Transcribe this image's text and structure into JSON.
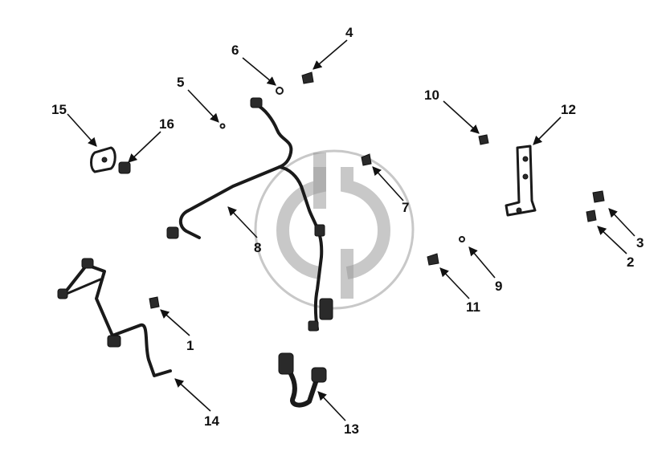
{
  "diagram": {
    "parts": [
      {
        "id": "1",
        "label": "1"
      },
      {
        "id": "2",
        "label": "2"
      },
      {
        "id": "3",
        "label": "3"
      },
      {
        "id": "4",
        "label": "4"
      },
      {
        "id": "5",
        "label": "5"
      },
      {
        "id": "6",
        "label": "6"
      },
      {
        "id": "7",
        "label": "7"
      },
      {
        "id": "8",
        "label": "8"
      },
      {
        "id": "9",
        "label": "9"
      },
      {
        "id": "10",
        "label": "10"
      },
      {
        "id": "11",
        "label": "11"
      },
      {
        "id": "12",
        "label": "12"
      },
      {
        "id": "13",
        "label": "13"
      },
      {
        "id": "14",
        "label": "14"
      },
      {
        "id": "15",
        "label": "15"
      },
      {
        "id": "16",
        "label": "16"
      }
    ]
  },
  "colors": {
    "ink": "#111111",
    "watermark": "#9a9a9a",
    "background": "#ffffff"
  }
}
